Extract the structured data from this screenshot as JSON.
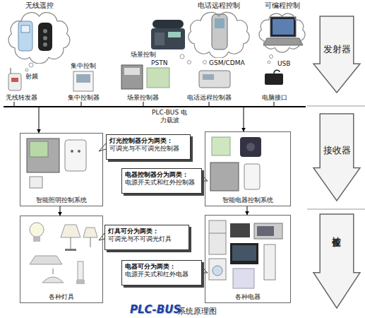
{
  "diagram": {
    "caption": "系统原理图",
    "nodes": [
      {
        "text": [
          "无线遥控"
        ]
      },
      {
        "text": [
          "电话远程控制"
        ]
      },
      {
        "text": [
          "可编程控制"
        ]
      },
      {
        "text": [
          "发射器"
        ]
      },
      {
        "text": [
          "无线转发器"
        ]
      },
      {
        "text": [
          "集中控制",
          "集中控制器"
        ]
      },
      {
        "text": [
          "场景控制",
          "场景控制器"
        ]
      },
      {
        "text": [
          "电话远程控制器"
        ]
      },
      {
        "text": [
          "电脑接口"
        ]
      },
      {
        "text": [
          "PLC-BUS 电力载波"
        ]
      },
      {
        "text": [
          "接收器"
        ]
      },
      {
        "text": [
          "智能照明控制系统"
        ]
      },
      {
        "text": [
          "灯光控制器分为两类：",
          "可调光与不可调光控制器"
        ]
      },
      {
        "text": [
          "智能电器控制系统"
        ]
      },
      {
        "text": [
          "电器控制器分为两类：",
          "电源开关式和红外控制器"
        ]
      },
      {
        "text": [
          "被控设备"
        ]
      },
      {
        "text": [
          "各种灯具"
        ]
      },
      {
        "text": [
          "灯具可分为两类：",
          "可调光与不可调光灯具"
        ]
      },
      {
        "text": [
          "各种电器"
        ]
      },
      {
        "text": [
          "电器可分为两类：",
          "电源开关式和红外电器"
        ]
      }
    ],
    "edges": [
      {
        "from": 4,
        "to": 9,
        "arrow": "none"
      },
      {
        "from": 5,
        "to": 9,
        "arrow": "none"
      },
      {
        "from": 6,
        "to": 9,
        "arrow": "none"
      },
      {
        "from": 7,
        "to": 9,
        "arrow": "none"
      },
      {
        "from": 8,
        "to": 9,
        "arrow": "none"
      },
      {
        "from": 9,
        "to": 11,
        "arrow": "to"
      },
      {
        "from": 9,
        "to": 13,
        "arrow": "to"
      },
      {
        "from": 11,
        "to": 16,
        "arrow": "to"
      },
      {
        "from": 13,
        "to": 18,
        "arrow": "to"
      }
    ],
    "labels": [
      "射频",
      "PSTN",
      "GSM/CDMA",
      "USB",
      "PLC-BUS"
    ]
  }
}
